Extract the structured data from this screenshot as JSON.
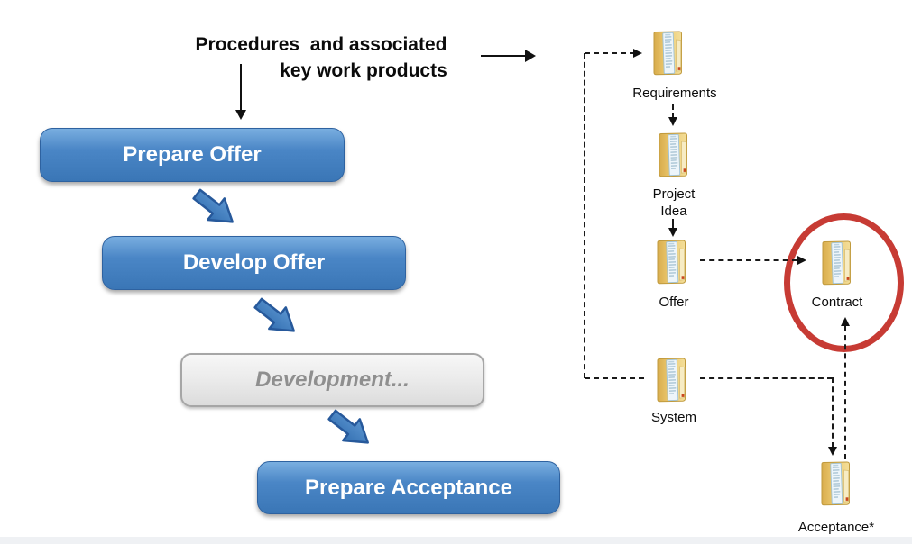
{
  "title": {
    "line1": "Procedures  and associated",
    "line2": "key work products"
  },
  "process_flow": {
    "steps": [
      {
        "label": "Prepare Offer",
        "variant": "active-blue"
      },
      {
        "label": "Develop Offer",
        "variant": "active-blue"
      },
      {
        "label": "Development...",
        "variant": "inactive-gray"
      },
      {
        "label": "Prepare Acceptance",
        "variant": "active-blue"
      }
    ]
  },
  "work_products": {
    "icon": "folder-document-icon",
    "items": [
      {
        "label": "Requirements"
      },
      {
        "label": "Project\nIdea"
      },
      {
        "label": "Offer"
      },
      {
        "label": "Contract",
        "highlighted": true
      },
      {
        "label": "System"
      },
      {
        "label": "Acceptance*"
      }
    ]
  },
  "colors": {
    "step_blue": "#3A76B6",
    "step_blue_light": "#79AEE0",
    "inactive_gray_text": "#8F8F8F",
    "highlight_red": "#C73B34",
    "folder_yellow": "#EDCB72",
    "connector_black": "#1A1A1A",
    "text_black": "#0B0B0B"
  }
}
